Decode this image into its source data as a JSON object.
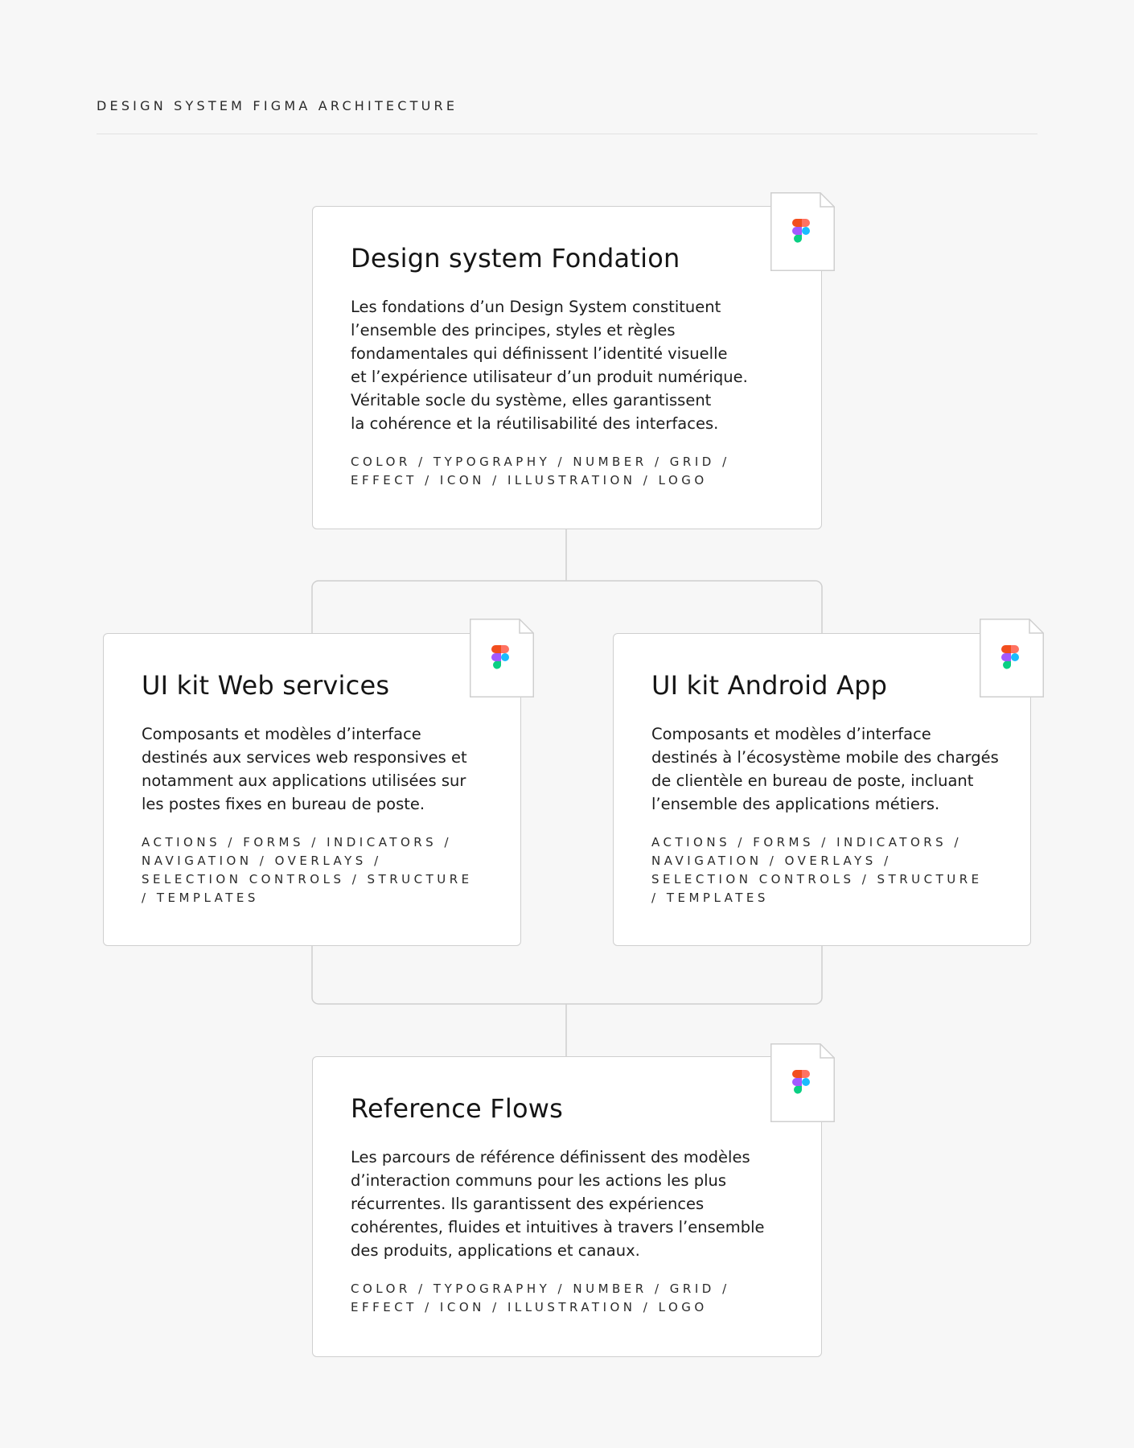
{
  "header": {
    "title": "DESIGN SYSTEM FIGMA ARCHITECTURE"
  },
  "cards": {
    "foundation": {
      "title": "Design system Fondation",
      "description": [
        "Les fondations d’un Design System constituent",
        "l’ensemble des principes, styles et règles",
        "fondamentales qui définissent l’identité visuelle",
        "et l’expérience utilisateur d’un produit numérique.",
        "Véritable socle du système, elles garantissent",
        "la cohérence et la réutilisabilité des interfaces."
      ],
      "tags": [
        "COLOR / TYPOGRAPHY / NUMBER / GRID /",
        "EFFECT / ICON / ILLUSTRATION / LOGO"
      ],
      "icon": "figma-file-icon"
    },
    "web": {
      "title": "UI kit Web services",
      "description": [
        "Composants et modèles d’interface",
        "destinés aux services web responsives et",
        "notamment aux applications utilisées sur",
        "les postes fixes en bureau de poste."
      ],
      "tags": [
        "ACTIONS / FORMS / INDICATORS /",
        "NAVIGATION / OVERLAYS /",
        "SELECTION CONTROLS / STRUCTURE",
        "/ TEMPLATES"
      ],
      "icon": "figma-file-icon"
    },
    "android": {
      "title": "UI kit Android App",
      "description": [
        "Composants et modèles d’interface",
        "destinés à l’écosystème mobile des chargés",
        "de clientèle en bureau de poste, incluant",
        "l’ensemble des applications métiers."
      ],
      "tags": [
        "ACTIONS / FORMS / INDICATORS /",
        "NAVIGATION / OVERLAYS /",
        "SELECTION CONTROLS / STRUCTURE",
        "/ TEMPLATES"
      ],
      "icon": "figma-file-icon"
    },
    "flows": {
      "title": "Reference Flows",
      "description": [
        "Les parcours de référence définissent des modèles",
        "d’interaction communs pour les actions les plus",
        "récurrentes. Ils garantissent des expériences",
        "cohérentes, fluides et intuitives à travers l’ensemble",
        "des produits, applications et canaux."
      ],
      "tags": [
        "COLOR / TYPOGRAPHY / NUMBER / GRID /",
        "EFFECT / ICON / ILLUSTRATION / LOGO"
      ],
      "icon": "figma-file-icon"
    }
  },
  "colors": {
    "background": "#f7f7f7",
    "card_border": "#cfcfcf",
    "figma_red": "#f24e1e",
    "figma_orange": "#ff7262",
    "figma_purple": "#a259ff",
    "figma_blue": "#1abcfe",
    "figma_green": "#0acf83"
  }
}
